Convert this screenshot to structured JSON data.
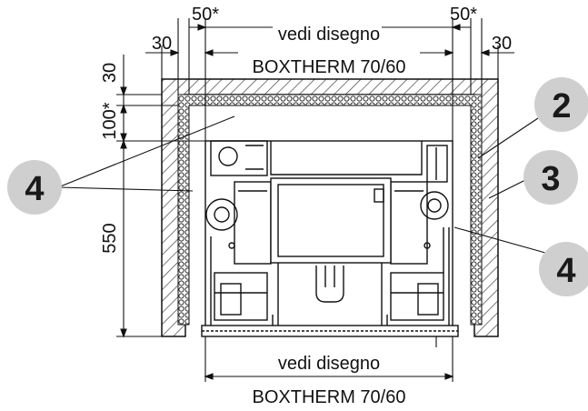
{
  "dimensions": {
    "left_insulation": "30",
    "left_gap": "50*",
    "top_width": "vedi disegno",
    "top_model": "BOXTHERM 70/60",
    "right_gap": "50*",
    "right_insulation": "30",
    "vertical_top": "30",
    "vertical_gap": "100*",
    "vertical_height": "550",
    "bottom_width": "vedi disegno",
    "bottom_model": "BOXTHERM 70/60"
  },
  "callouts": {
    "left": "4",
    "upper_right": "2",
    "middle_right": "3",
    "lower_right": "4"
  },
  "colors": {
    "callout_fill": "#cfcfcf",
    "line": "#111111",
    "hatch": "#444444"
  }
}
